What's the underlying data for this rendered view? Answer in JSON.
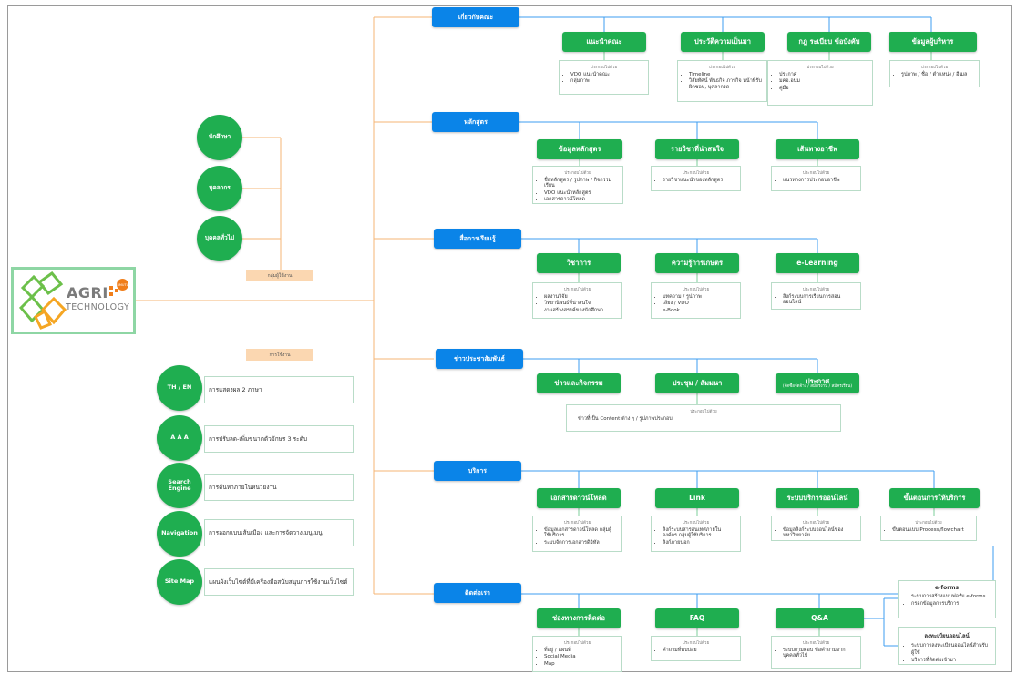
{
  "logo": {
    "name": "AGRI",
    "sub": "TECHNOLOGY",
    "badge": "RMUTL"
  },
  "box_title": "ประกอบไปด้วย",
  "audience_tag": "กลุ่มผู้ใช้งาน",
  "audience": [
    "นักศึกษา",
    "บุคลากร",
    "บุคคลทั่วไป"
  ],
  "usage_tag": "การใช้งาน",
  "features": [
    {
      "icon": "TH / EN",
      "label": "การแสดงผล 2 ภาษา"
    },
    {
      "icon": "A A A",
      "label": "การปรับลด-เพิ่มขนาดตัวอักษร 3 ระดับ"
    },
    {
      "icon": "Search Engine",
      "label": "การค้นหาภายในหน่วยงาน"
    },
    {
      "icon": "Navigation",
      "label": "การออกแบบเส้นเมือง และการจัดวางเมนูเมนู"
    },
    {
      "icon": "Site Map",
      "label": "แผนผังเว็บไซต์ที่มีเครื่องมือสนับสนุนการใช้งานเว็บไซต์"
    }
  ],
  "sections": [
    {
      "title": "เกี่ยวกับคณะ",
      "children": [
        {
          "title": "แนะนำคณะ",
          "items": [
            "VDO แนะนำคณะ",
            "กลุ่มภาพ"
          ]
        },
        {
          "title": "ประวัติความเป็นมา",
          "items": [
            "Timeline",
            "วิสัยทัศน์ พันธกิจ ภารกิจ หน้าที่รับผิดชอบ, บุคลากรด"
          ]
        },
        {
          "title": "กฎ ระเบียบ ข้อบังคับ",
          "items": [
            "ประกาศ",
            "มคอ.อนุม",
            "คู่มือ"
          ]
        },
        {
          "title": "ข้อมูลผู้บริหาร",
          "items": [
            "รูปภาพ / ชื่อ / ตำแหน่ง / อีเมล"
          ]
        }
      ]
    },
    {
      "title": "หลักสูตร",
      "children": [
        {
          "title": "ข้อมูลหลักสูตร",
          "items": [
            "ชื่อหลักสูตร / รูปภาพ / กิจกรรมเรียน",
            "VDO แนะนำหลักสูตร",
            "เอกสารดาวน์โหลด"
          ]
        },
        {
          "title": "รายวิชาที่น่าสนใจ",
          "items": [
            "รายวิชาแนะนำของหลักสูตร"
          ]
        },
        {
          "title": "เส้นทางอาชีพ",
          "items": [
            "แนวทางการประกอบอาชีพ"
          ]
        }
      ]
    },
    {
      "title": "สื่อการเรียนรู้",
      "children": [
        {
          "title": "วิชาการ",
          "items": [
            "ผลงานวิจัย",
            "วิทยานิพนธ์ที่น่าสนใจ",
            "งานสร้างสรรค์ของนักศึกษา"
          ]
        },
        {
          "title": "ความรู้การเกษตร",
          "items": [
            "บทความ / รูปภาพ",
            "เสียง / VDO",
            "e-Book"
          ]
        },
        {
          "title": "e-Learning",
          "items": [
            "ลิงก์ระบบการเรียนการสอนออนไลน์"
          ]
        }
      ]
    },
    {
      "title": "ข่าวประชาสัมพันธ์",
      "children": [
        {
          "title": "ข่าวและกิจกรรม",
          "items": [
            "ข่าวที่เป็น Content ต่าง ๆ / รูปภาพประกอบ"
          ]
        },
        {
          "title": "ประชุม / สัมมนา",
          "items": []
        },
        {
          "title": "ประกาศ",
          "sub": "(จัดซื้อจัดจ้าง / สมัครงาน / สมัครเรียน)",
          "items": []
        }
      ]
    },
    {
      "title": "บริการ",
      "children": [
        {
          "title": "เอกสารดาวน์โหลด",
          "items": [
            "ข้อมูลเอกสารดาวน์โหลด กลุ่มผู้ใช้บริการ",
            "ระบบจัดการเอกสารดิจิทัล"
          ]
        },
        {
          "title": "Link",
          "items": [
            "ลิงก์ระบบสารสนเทศภายในองค์กร กลุ่มผู้ใช้บริการ",
            "ลิงก์ภายนอก"
          ]
        },
        {
          "title": "ระบบบริการออนไลน์",
          "items": [
            "ข้อมูลลิงก์ระบบออนไลน์ของมหาวิทยาลัย"
          ]
        },
        {
          "title": "ขั้นตอนการให้บริการ",
          "items": [
            "ขั้นตอนแบบ Process/flowchart"
          ]
        }
      ]
    },
    {
      "title": "ติดต่อเรา",
      "children": [
        {
          "title": "ช่องทางการติดต่อ",
          "items": [
            "ที่อยู่ / แผนที่",
            "Social Media",
            "Map"
          ]
        },
        {
          "title": "FAQ",
          "items": [
            "คำถามที่พบบ่อย"
          ]
        },
        {
          "title": "Q&A",
          "items": [
            "ระบบถามตอบ ข้อคำถามจากบุคคลทั่วไป"
          ]
        }
      ]
    }
  ],
  "contact_panels": [
    {
      "title": "e-forms",
      "items": [
        "ระบบการสร้างแบบฟอร์ม e-forms",
        "กรอกข้อมูลการบริการ"
      ]
    },
    {
      "title": "ลงทะเบียนออนไลน์",
      "items": [
        "ระบบการลงทะเบียนออนไลน์สำหรับผู้ใช้",
        "บริการที่ติดต่อเข้ามา"
      ]
    }
  ]
}
